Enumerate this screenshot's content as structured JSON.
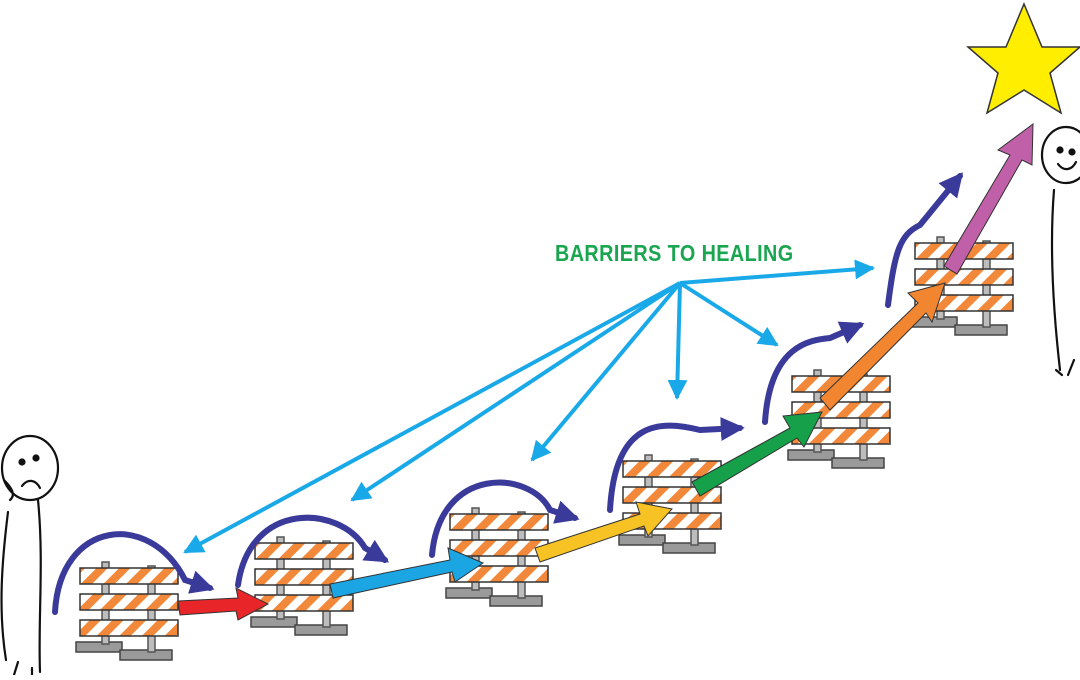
{
  "title": "BARRIERS TO HEALING",
  "colors": {
    "title": "#1aa551",
    "pointer_arrows": "#1aa9e8",
    "hop_arrows": "#3a3a9a",
    "barricade_orange": "#f2883a",
    "barricade_frame": "#8f8f8f",
    "star": "#ffee00",
    "progress_arrows": [
      "#e8262a",
      "#1ba5e3",
      "#f7c324",
      "#16a04a",
      "#f2852f",
      "#c060a8"
    ]
  },
  "figures": [
    {
      "name": "start-figure",
      "mood": "sad"
    },
    {
      "name": "end-figure",
      "mood": "happy"
    }
  ],
  "barrier_count": 6
}
